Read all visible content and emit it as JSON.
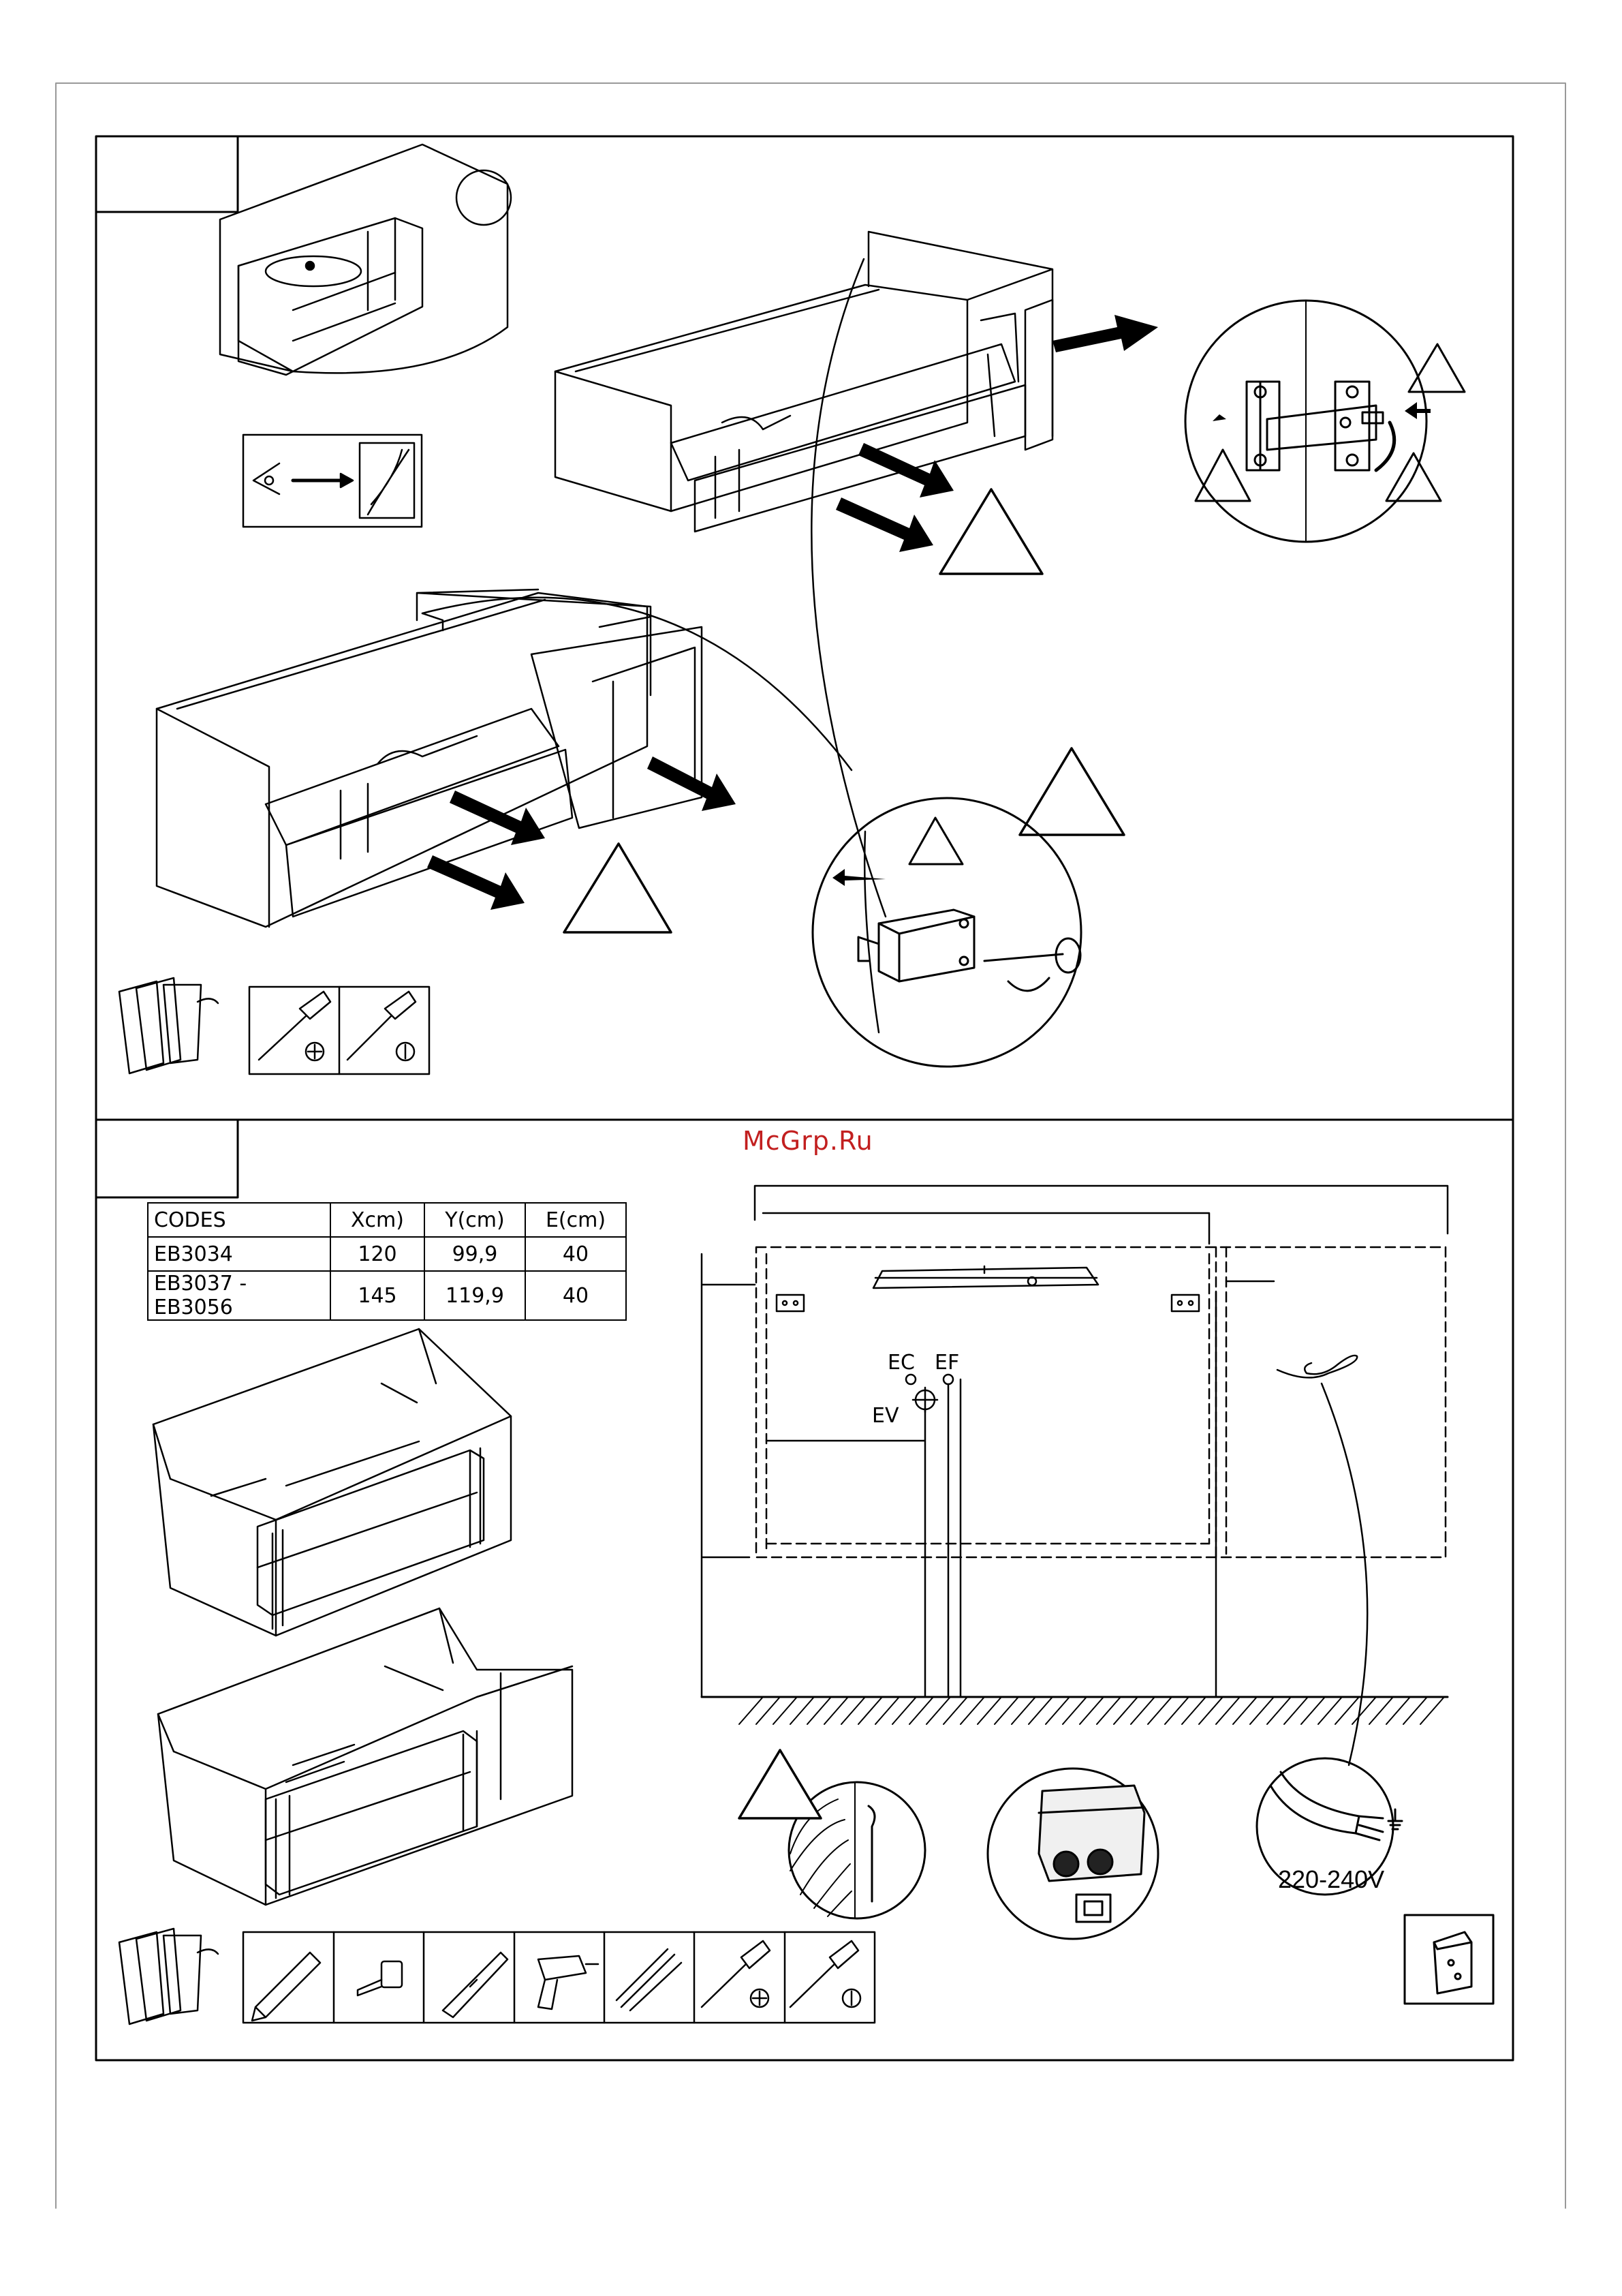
{
  "watermark": "McGrp.Ru",
  "table": {
    "headers": [
      "CODES",
      "Xcm)",
      "Y(cm)",
      "E(cm)"
    ],
    "rows": [
      [
        "EB3034",
        "120",
        "99,9",
        "40"
      ],
      [
        "EB3037 - EB3056",
        "145",
        "119,9",
        "40"
      ]
    ]
  },
  "labels": {
    "ec": "EC",
    "ef": "EF",
    "ev": "EV",
    "voltage": "220-240V"
  },
  "tool_icons_top": [
    "screwdriver-phillips-icon",
    "screwdriver-flat-icon"
  ],
  "tool_icons_bottom": [
    "pencil-icon",
    "tape-measure-icon",
    "spirit-level-icon",
    "drill-icon",
    "drill-bits-icon",
    "screwdriver-phillips-icon",
    "screwdriver-flat-icon"
  ]
}
